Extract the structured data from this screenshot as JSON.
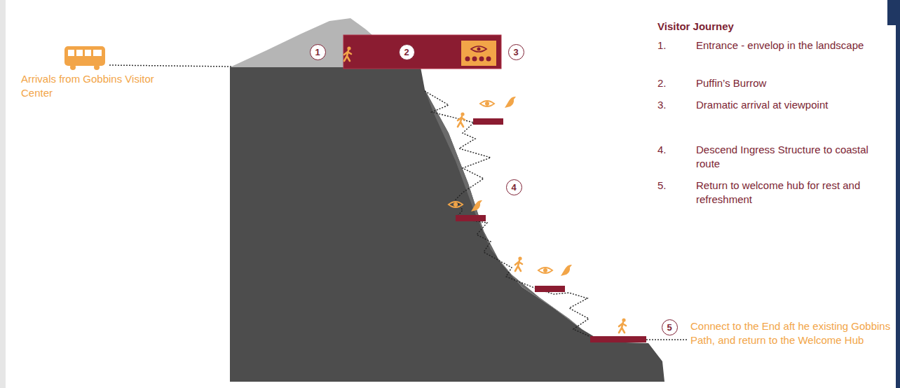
{
  "diagram": {
    "title": "Visitor Journey",
    "nodes": [
      {
        "text": [
          "1"
        ]
      },
      {
        "text": [
          "2"
        ]
      },
      {
        "text": [
          "3"
        ]
      },
      {
        "text": [
          "4"
        ]
      },
      {
        "text": [
          "5"
        ]
      }
    ],
    "labels": [
      "Arrivals from Gobbins Visitor Center",
      "1.",
      "Entrance - envelop in the landscape",
      "2.",
      "Puffin’s Burrow",
      "3.",
      "Dramatic arrival at viewpoint",
      "4.",
      "Descend Ingress Structure to coastal route",
      "5.",
      "Return to welcome hub for rest and refreshment",
      "Connect to the End aft he existing Gobbins Path, and return to the Welcome Hub"
    ]
  }
}
